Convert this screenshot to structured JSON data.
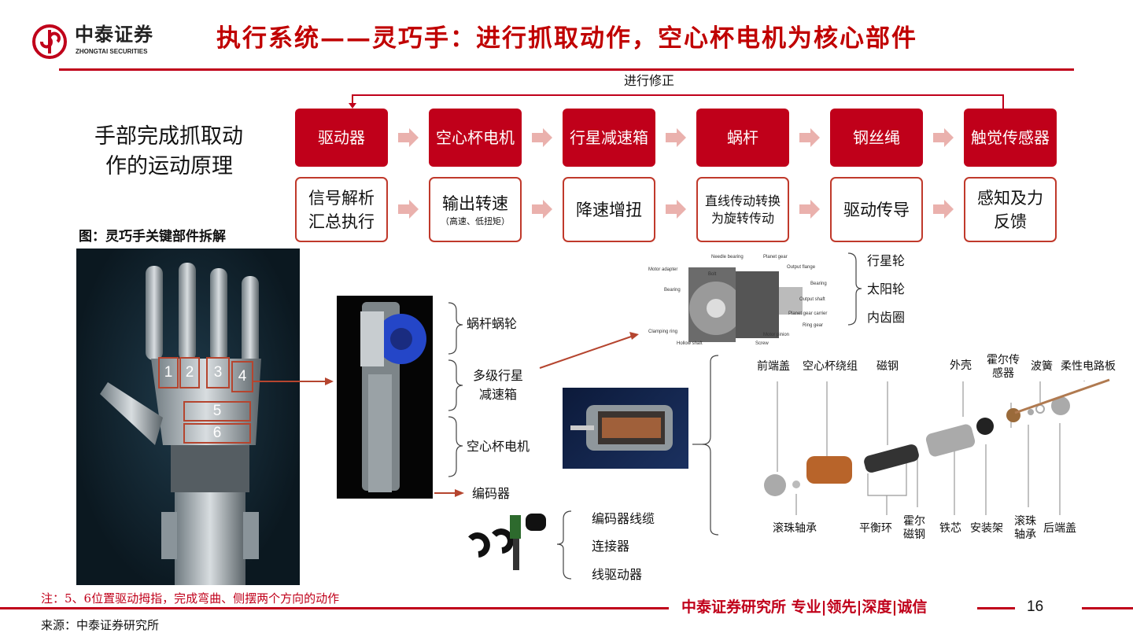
{
  "header": {
    "logo_cn": "中泰证券",
    "logo_en": "ZHONGTAI SECURITIES",
    "title": "执行系统——灵巧手：进行抓取动作，空心杯电机为核心部件"
  },
  "flow": {
    "feedback_label": "进行修正",
    "side_title": [
      "手部完成抓取动",
      "作的运动原理"
    ],
    "components": [
      "驱动器",
      "空心杯电机",
      "行星减速箱",
      "蜗杆",
      "钢丝绳",
      "触觉传感器"
    ],
    "functions": [
      {
        "text": "信号解析汇总执行"
      },
      {
        "text": "输出转速",
        "note": "（高速、低扭矩）"
      },
      {
        "text": "降速增扭"
      },
      {
        "text": "直线传动转换为旋转传动"
      },
      {
        "text": "驱动传导"
      },
      {
        "text": "感知及力反馈"
      }
    ]
  },
  "figure": {
    "caption": "图：灵巧手关键部件拆解",
    "hand_labels": [
      "1",
      "2",
      "3",
      "4",
      "5",
      "6"
    ],
    "actuator_parts": [
      "蜗杆蜗轮",
      "多级行星减速箱",
      "空心杯电机",
      "编码器"
    ],
    "gearbox_callouts": [
      "Needle bearing",
      "Planet gear",
      "Motor adapter",
      "Bolt",
      "Output flange",
      "Bearing",
      "Bearing",
      "Output shaft",
      "Planet gear carrier",
      "Ring gear",
      "Clamping ring",
      "Motor pinion",
      "Hollow shaft",
      "Screw"
    ],
    "gearbox_parts": [
      "行星轮",
      "太阳轮",
      "内齿圈"
    ],
    "motor_top_labels": [
      "前端盖",
      "空心杯绕组",
      "磁钢",
      "外壳",
      "霍尔传感器",
      "波簧",
      "柔性电路板"
    ],
    "motor_bottom_labels": [
      "滚珠轴承",
      "平衡环",
      "霍尔磁钢",
      "铁芯",
      "安装架",
      "滚珠轴承",
      "后端盖"
    ],
    "encoder_parts": [
      "编码器线缆",
      "连接器",
      "线驱动器"
    ]
  },
  "footer": {
    "note": "注：5、6位置驱动拇指，完成弯曲、侧摆两个方向的动作",
    "slogan": "中泰证券研究所 专业|领先|深度|诚信",
    "page": "16",
    "source": "来源：中泰证券研究所"
  },
  "colors": {
    "brand_red": "#c0001a",
    "arrow_pink": "#eab1ad"
  }
}
